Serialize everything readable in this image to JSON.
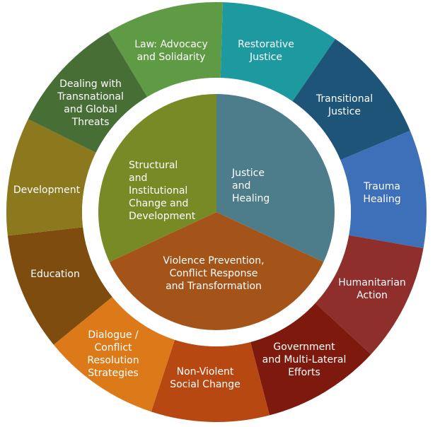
{
  "outer_ring": [
    {
      "label": [
        "Law: Advocacy",
        "and Solidarity"
      ],
      "color": "#5f9a45"
    },
    {
      "label": [
        "Restorative",
        "Justice"
      ],
      "color": "#1c9aa0"
    },
    {
      "label": [
        "Transitional",
        "Justice"
      ],
      "color": "#1d5477"
    },
    {
      "label": [
        "Trauma",
        "Healing"
      ],
      "color": "#3d70b8"
    },
    {
      "label": [
        "Humanitarian",
        "Action"
      ],
      "color": "#8e2f2c"
    },
    {
      "label": [
        "Government",
        "and Multi-Lateral",
        "Efforts"
      ],
      "color": "#7e1a0d"
    },
    {
      "label": [
        "Non-Violent",
        "Social Change"
      ],
      "color": "#b74812"
    },
    {
      "label": [
        "Dialogue /",
        "Conflict",
        "Resolution",
        "Strategies"
      ],
      "color": "#dc7a1a"
    },
    {
      "label": [
        "Education"
      ],
      "color": "#7e4c0f"
    },
    {
      "label": [
        "Development"
      ],
      "color": "#8c781d"
    },
    {
      "label": [
        "Dealing with",
        "Transnational",
        "and Global",
        "Threats"
      ],
      "color": "#466e35"
    }
  ],
  "inner_circle": [
    {
      "label": [
        "Justice",
        "and",
        "Healing"
      ],
      "color": "#4d7d8a"
    },
    {
      "label": [
        "Violence Prevention,",
        "Conflict Response",
        "and Transformation"
      ],
      "color": "#a45419"
    },
    {
      "label": [
        "Structural",
        "and",
        "Institutional",
        "Change and",
        "Development"
      ],
      "color": "#778a26"
    }
  ]
}
